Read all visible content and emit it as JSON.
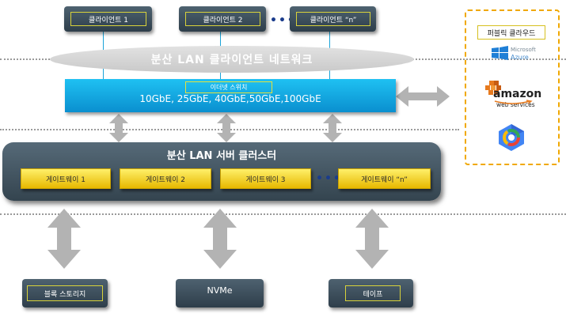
{
  "clients": {
    "items": [
      "클라이언트 1",
      "클라이언트 2",
      "클라이언트 “n”"
    ],
    "ellipsis": "•••"
  },
  "network": {
    "label": "분산 LAN 클라이언트 네트워크"
  },
  "switch": {
    "label": "이더넷 스위치",
    "speeds": "10GbE, 25GbE, 40GbE,50GbE,100GbE"
  },
  "cluster": {
    "title": "분산 LAN 서버 클러스터",
    "gateways": [
      "게이트웨이 1",
      "게이트웨이 2",
      "게이트웨이 3",
      "게이트웨이 “n”"
    ],
    "ellipsis": "•••"
  },
  "storage": {
    "block": "블록 스토리지",
    "nvme": "NVMe",
    "tape": "테이프"
  },
  "public_cloud": {
    "title": "퍼블릭 클라우드",
    "azure": {
      "line1": "Microsoft",
      "line2": "Azure"
    },
    "aws": {
      "line1": "amazon",
      "line2": "web services"
    }
  },
  "colors": {
    "switch": "#11a8e4",
    "gateway": "#f5d21c",
    "dark_box": "#3a4a56",
    "arrow": "#b3b3b3",
    "cloud_border": "#f0a800"
  }
}
